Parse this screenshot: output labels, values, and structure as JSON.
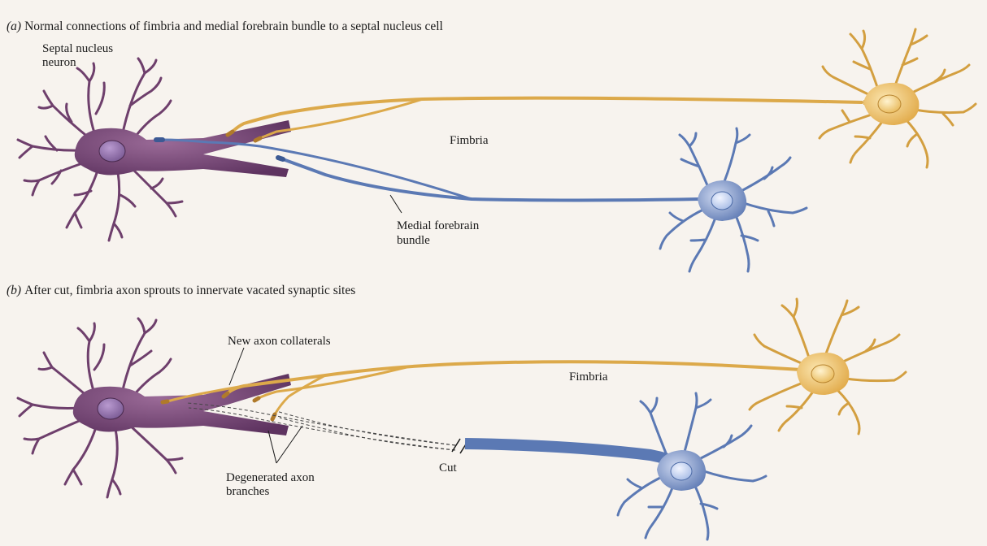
{
  "panel_a": {
    "caption_letter": "(a)",
    "caption": "Normal connections of fimbria and medial forebrain bundle to a septal nucleus cell",
    "septal_label_line1": "Septal nucleus",
    "septal_label_line2": "neuron",
    "fimbria_label": "Fimbria",
    "mfb_label_line1": "Medial forebrain",
    "mfb_label_line2": "bundle"
  },
  "panel_b": {
    "caption_letter": "(b)",
    "caption": "After cut, fimbria axon sprouts to innervate vacated synaptic sites",
    "collaterals_label": "New axon collaterals",
    "fimbria_label": "Fimbria",
    "cut_label": "Cut",
    "degenerated_label_line1": "Degenerated axon",
    "degenerated_label_line2": "branches"
  },
  "colors": {
    "septal": "#6e3f6c",
    "fimbria": "#dca94a",
    "mfb": "#5b79b4",
    "background": "#f7f3ee"
  }
}
